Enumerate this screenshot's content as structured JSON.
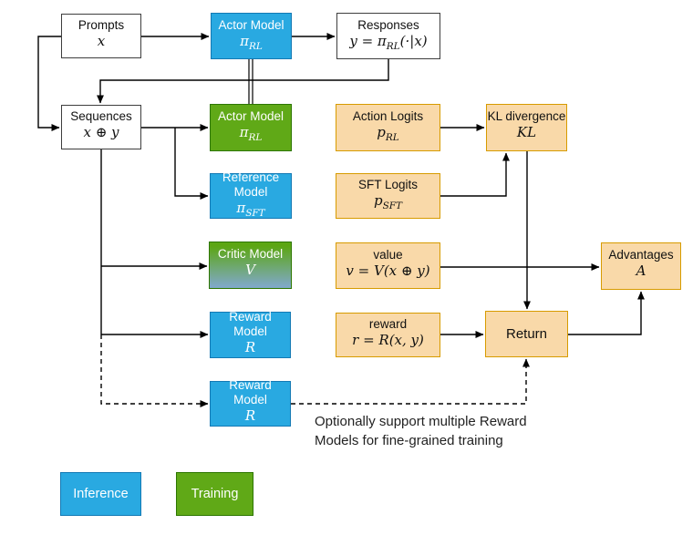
{
  "diagram": {
    "title": "RLHF PPO dataflow",
    "nodes": {
      "prompts": {
        "label": "Prompts",
        "math": {
          "pre": "x"
        }
      },
      "actor_top": {
        "label": "Actor Model",
        "math": {
          "pre": "π",
          "sub": "RL"
        }
      },
      "responses": {
        "label": "Responses",
        "math": {
          "pre": "y = π",
          "sub": "RL",
          "post": "(·|x)"
        }
      },
      "sequences": {
        "label": "Sequences",
        "math": {
          "pre": "x ⊕ y"
        }
      },
      "actor_train": {
        "label": "Actor Model",
        "math": {
          "pre": "π",
          "sub": "RL"
        }
      },
      "action_logits": {
        "label": "Action Logits",
        "math": {
          "pre": "p",
          "sub": "RL"
        }
      },
      "kl": {
        "label": "KL divergence",
        "math": {
          "pre": "KL"
        }
      },
      "reference": {
        "label": "Reference Model",
        "math": {
          "pre": "π",
          "sub": "SFT"
        }
      },
      "sft_logits": {
        "label": "SFT Logits",
        "math": {
          "pre": "p",
          "sub": "SFT"
        }
      },
      "critic": {
        "label": "Critic Model",
        "math": {
          "pre": "V"
        }
      },
      "value": {
        "label": "value",
        "math": {
          "pre": "v = V(x ⊕ y)"
        }
      },
      "advantages": {
        "label": "Advantages",
        "math": {
          "pre": "A"
        }
      },
      "reward_model": {
        "label": "Reward Model",
        "math": {
          "pre": "R"
        }
      },
      "reward": {
        "label": "reward",
        "math": {
          "pre": "r = R(x, y)"
        }
      },
      "return": {
        "label": "Return"
      },
      "reward_model2": {
        "label": "Reward Model",
        "math": {
          "pre": "R"
        }
      }
    },
    "annotation": "Optionally support multiple Reward Models for fine-grained training",
    "legend": {
      "inference": {
        "label": "Inference",
        "color": "#29a9e1"
      },
      "training": {
        "label": "Training",
        "color": "#60a917"
      }
    },
    "colors": {
      "inference_fill": "#29a9e1",
      "inference_stroke": "#1379b4",
      "training_fill": "#60a917",
      "training_stroke": "#2d7600",
      "data_fill": "#f9d9a9",
      "data_stroke": "#d79b00",
      "io_fill": "#ffffff",
      "io_stroke": "#3e3e3e",
      "critic_gradient_top": "#5ca613",
      "critic_gradient_bottom": "#7fa9c6",
      "edge_color": "#000000"
    }
  }
}
